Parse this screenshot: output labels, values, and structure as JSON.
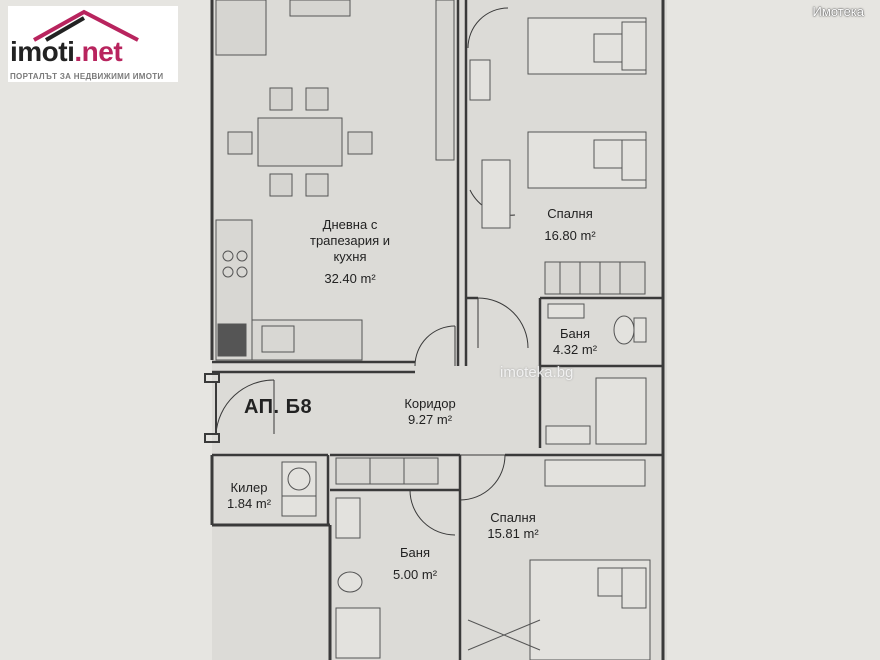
{
  "logo": {
    "brand_name": "imoti",
    "brand_tld": ".net",
    "tagline": "ПОРТАЛЪТ ЗА НЕДВИЖИМИ ИМОТИ"
  },
  "watermarks": {
    "top_right": "Имотека",
    "center": "imoteka.bg"
  },
  "apartment": {
    "label": "АП. Б8"
  },
  "rooms": [
    {
      "name_lines": [
        "Дневна с",
        "трапезария и",
        "кухня"
      ],
      "area": "32.40 m²"
    },
    {
      "name_lines": [
        "Спалня"
      ],
      "area": "16.80 m²"
    },
    {
      "name_lines": [
        "Баня"
      ],
      "area": "4.32 m²"
    },
    {
      "name_lines": [
        "Коридор"
      ],
      "area": "9.27 m²"
    },
    {
      "name_lines": [
        "Килер"
      ],
      "area": "1.84 m²"
    },
    {
      "name_lines": [
        "Баня"
      ],
      "area": "5.00 m²"
    },
    {
      "name_lines": [
        "Спалня"
      ],
      "area": "15.81 m²"
    }
  ],
  "colors": {
    "paper": "#e6e5e1",
    "floor": "#dcdbd7",
    "wall": "#3a3a3a",
    "brand_accent": "#b8245e"
  }
}
